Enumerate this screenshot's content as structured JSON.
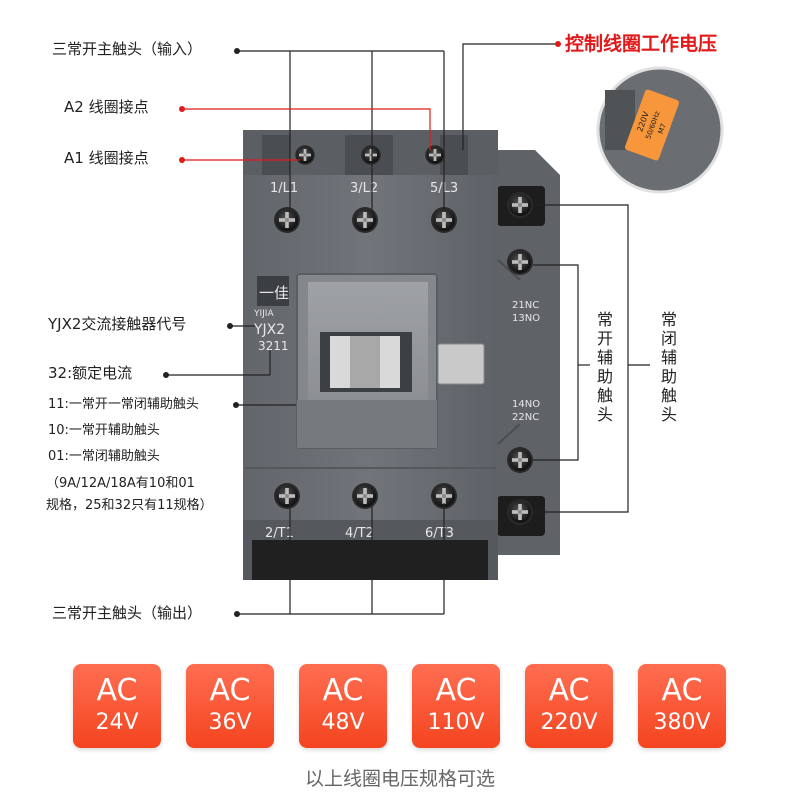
{
  "labels": {
    "main_in": "三常开主触头（输入）",
    "a2": "A2 线圈接点",
    "a1": "A1 线圈接点",
    "model_code": "YJX2交流接触器代号",
    "rated_current": "32:额定电流",
    "desc_11": "11:一常开一常闭辅助触头",
    "desc_10": "10:一常开辅助触头",
    "desc_01": "01:一常闭辅助触头",
    "note_line1": "（9A/12A/18A有10和01",
    "note_line2": "规格，25和32只有11规格）",
    "main_out": "三常开主触头（输出）",
    "coil_voltage": "控制线圈工作电压",
    "aux_no": "常开辅助触头",
    "aux_nc": "常闭辅助触头"
  },
  "device": {
    "brand_cn": "一佳",
    "brand_en": "YIJIA",
    "model": "YJX2",
    "code": "3211",
    "terminals_top": [
      "1/L1",
      "3/L2",
      "5/L3"
    ],
    "terminals_bottom": [
      "2/T1",
      "4/T2",
      "6/T3"
    ],
    "aux_top": [
      "21NC",
      "13NO"
    ],
    "aux_bottom": [
      "14NO",
      "22NC"
    ],
    "coil_tag": [
      "220V",
      "50/60Hz",
      "M7"
    ]
  },
  "voltages": [
    {
      "ac": "AC",
      "v": "24V"
    },
    {
      "ac": "AC",
      "v": "36V"
    },
    {
      "ac": "AC",
      "v": "48V"
    },
    {
      "ac": "AC",
      "v": "110V"
    },
    {
      "ac": "AC",
      "v": "220V"
    },
    {
      "ac": "AC",
      "v": "380V"
    }
  ],
  "footer": "以上线圈电压规格可选",
  "colors": {
    "accent_red": "#e01a1a",
    "button_orange": "#f4441f",
    "body_gray": "#6b6e73"
  }
}
